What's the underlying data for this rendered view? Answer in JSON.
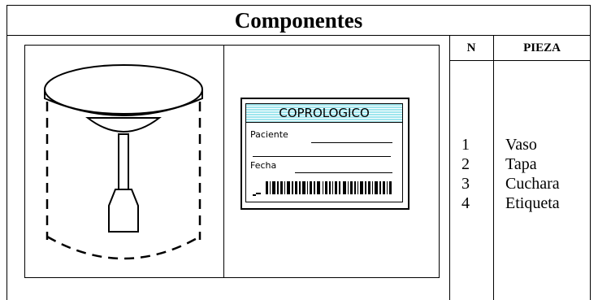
{
  "title": "Componentes",
  "table": {
    "col_n": "N",
    "col_pieza": "PIEZA",
    "rows": [
      {
        "n": "1",
        "pieza": "Vaso"
      },
      {
        "n": "2",
        "pieza": "Tapa"
      },
      {
        "n": "3",
        "pieza": "Cuchara"
      },
      {
        "n": "4",
        "pieza": "Etiqueta"
      }
    ]
  },
  "label": {
    "heading": "COPROLOGICO",
    "field_patient": "Paciente",
    "field_date": "Fecha",
    "accent_color": "#9fe6ee"
  }
}
